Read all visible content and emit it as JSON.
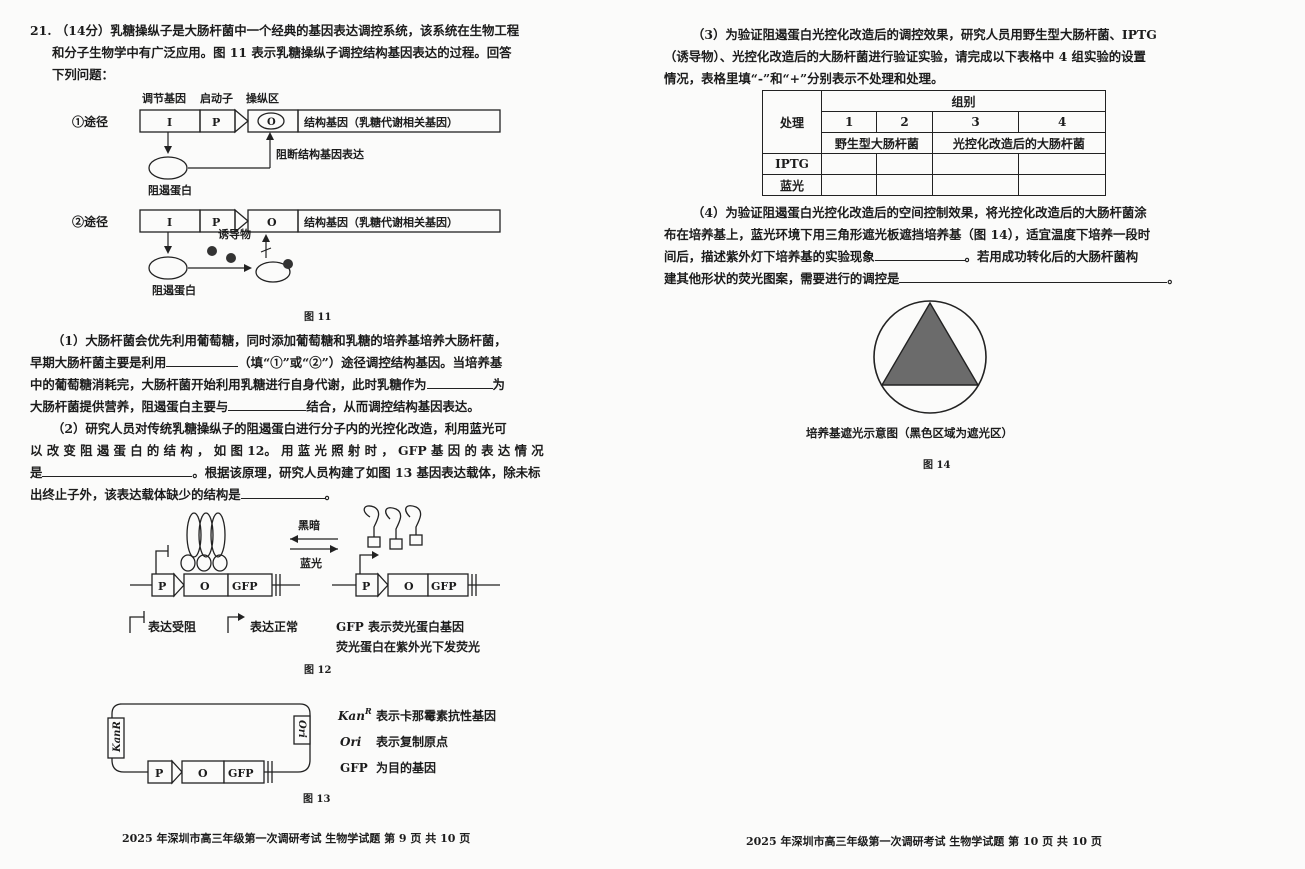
{
  "left_page": {
    "q21_line1": "21. （14分）乳糖操纵子是大肠杆菌中一个经典的基因表达调控系统，该系统在生物工程",
    "q21_line2": "和分子生物学中有广泛应用。图 11 表示乳糖操纵子调控结构基因表达的过程。回答",
    "q21_line3": "下列问题：",
    "fig11": {
      "label_regulatory": "调节基因",
      "label_promoter": "启动子",
      "label_operator": "操纵区",
      "path1": "①途径",
      "path2": "②途径",
      "box_I": "I",
      "box_P": "P",
      "box_O": "O",
      "structural_gene": "结构基因（乳糖代谢相关基因）",
      "block_note": "阻断结构基因表达",
      "repressor1": "阻遏蛋白",
      "repressor2": "阻遏蛋白",
      "inducer": "诱导物",
      "caption": "图 11"
    },
    "p1_line1": "（1）大肠杆菌会优先利用葡萄糖，同时添加葡萄糖和乳糖的培养基培养大肠杆菌，",
    "p1_line2a": "早期大肠杆菌主要是利用",
    "p1_line2b": "（填“①”或“②”）途径调控结构基因。当培养基",
    "p1_line3a": "中的葡萄糖消耗完，大肠杆菌开始利用乳糖进行自身代谢，此时乳糖作为",
    "p1_line3b": "为",
    "p1_line4a": "大肠杆菌提供营养，阻遏蛋白主要与",
    "p1_line4b": "结合，从而调控结构基因表达。",
    "p2_line1": "（2）研究人员对传统乳糖操纵子的阻遏蛋白进行分子内的光控化改造，利用蓝光可",
    "p2_line2": "以 改 变 阻 遏 蛋 白 的 结 构 ， 如 图 12。 用 蓝 光 照 射 时 ， GFP 基 因 的 表 达 情 况",
    "p2_line3a": "是",
    "p2_line3b": "。根据该原理，研究人员构建了如图 13 基因表达载体，除未标",
    "p2_line4a": "出终止子外，该表达载体缺少的结构是",
    "p2_line4b": "。",
    "fig12": {
      "dark": "黑暗",
      "blue": "蓝光",
      "P": "P",
      "O": "O",
      "GFP": "GFP",
      "legend_blocked": "表达受阻",
      "legend_normal": "表达正常",
      "legend_gfp1": "GFP 表示荧光蛋白基因",
      "legend_gfp2": "荧光蛋白在紫外光下发荧光",
      "caption": "图 12"
    },
    "fig13": {
      "kan": "KanR",
      "ori": "Ori",
      "P": "P",
      "O": "O",
      "GFP": "GFP",
      "legend_kan_term": "Kan",
      "legend_kan_sup": "R",
      "legend_kan_desc": "表示卡那霉素抗性基因",
      "legend_ori_term": "Ori",
      "legend_ori_desc": "表示复制原点",
      "legend_gfp_term": "GFP",
      "legend_gfp_desc": "为目的基因",
      "caption": "图 13"
    },
    "footer": "2025 年深圳市高三年级第一次调研考试  生物学试题    第 9 页  共 10 页"
  },
  "right_page": {
    "p3_line1": "（3）为验证阻遏蛋白光控化改造后的调控效果，研究人员用野生型大肠杆菌、IPTG",
    "p3_line2": "（诱导物）、光控化改造后的大肠杆菌进行验证实验，请完成以下表格中 4 组实验的设置",
    "p3_line3": "情况，表格里填“-”和“+”分别表示不处理和处理。",
    "table": {
      "header_treatment": "处理",
      "header_group": "组别",
      "groups": [
        "1",
        "2",
        "3",
        "4"
      ],
      "wild_type": "野生型大肠杆菌",
      "modified": "光控化改造后的大肠杆菌",
      "row_iptg": "IPTG",
      "row_blue": "蓝光"
    },
    "p4_line1": "（4）为验证阻遏蛋白光控化改造后的空间控制效果，将光控化改造后的大肠杆菌涂",
    "p4_line2": "布在培养基上，蓝光环境下用三角形遮光板遮挡培养基（图 14），适宜温度下培养一段时",
    "p4_line3a": "间后，描述紫外灯下培养基的实验现象",
    "p4_line3b": "。若用成功转化后的大肠杆菌构",
    "p4_line4a": "建其他形状的荧光图案，需要进行的调控是",
    "p4_line4b": "。",
    "fig14_note": "培养基遮光示意图（黑色区域为遮光区）",
    "fig14_caption": "图 14",
    "footer": "2025 年深圳市高三年级第一次调研考试  生物学试题    第 10 页  共 10 页"
  }
}
